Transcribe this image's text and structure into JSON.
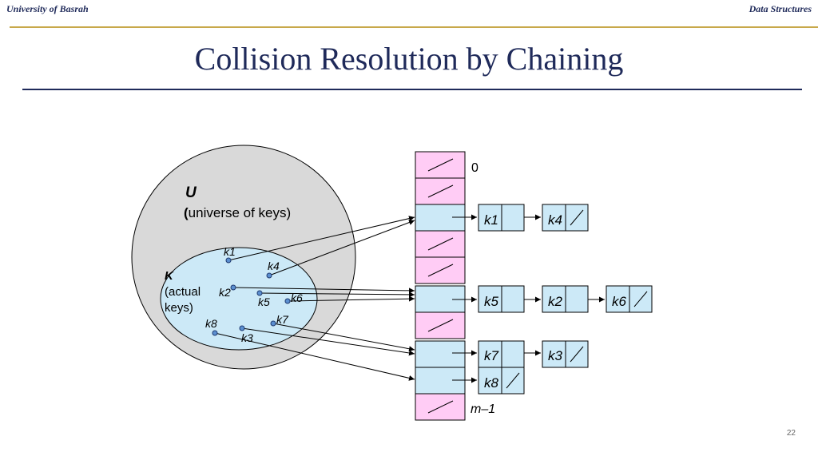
{
  "header": {
    "left": "University of Basrah",
    "right": "Data Structures"
  },
  "title": "Collision Resolution by Chaining",
  "page_number": "22",
  "universe": {
    "symbol": "U",
    "paren": "(",
    "desc": "universe of keys)"
  },
  "actual": {
    "symbol": "K",
    "line1": "(actual",
    "line2": "keys)"
  },
  "keys": [
    "k1",
    "k2",
    "k3",
    "k4",
    "k5",
    "k6",
    "k7",
    "k8"
  ],
  "table": {
    "index_first": "0",
    "index_last": "m–1"
  },
  "chains": [
    {
      "slot": 2,
      "keys": [
        "k1",
        "k4"
      ]
    },
    {
      "slot": 5,
      "keys": [
        "k5",
        "k2",
        "k6"
      ]
    },
    {
      "slot": 7,
      "keys": [
        "k7",
        "k3"
      ]
    },
    {
      "slot": 8,
      "keys": [
        "k8"
      ]
    }
  ],
  "colors": {
    "nil": "#ffccf5",
    "filled": "#cce9f7",
    "universe": "#d9d9d9",
    "actual": "#cce9f7",
    "title": "#1f2a5a"
  }
}
